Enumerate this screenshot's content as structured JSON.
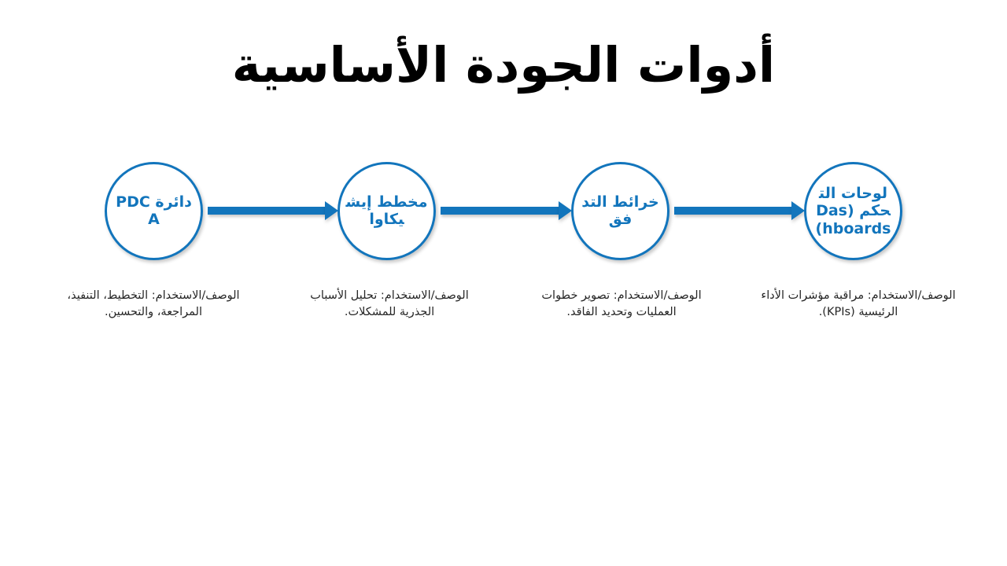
{
  "slide": {
    "title": "أدوات الجودة الأساسية",
    "accent_color": "#1275BC",
    "title_color": "#000000",
    "background_color": "#FFFFFF",
    "caption_color": "#262626"
  },
  "process": {
    "arrow_label": "arrow-right",
    "nodes": [
      {
        "label": "دائرة PDCA",
        "caption": "الوصف/الاستخدام: التخطيط، التنفيذ، المراجعة، والتحسين."
      },
      {
        "label": "مخطط إيشيكاوا",
        "caption": "الوصف/الاستخدام: تحليل الأسباب الجذرية للمشكلات."
      },
      {
        "label": "خرائط التدفق",
        "caption": "الوصف/الاستخدام: تصوير خطوات العمليات وتحديد الفاقد."
      },
      {
        "label": "لوحات التحكم (Dashboards)",
        "caption": "الوصف/الاستخدام: مراقبة مؤشرات الأداء الرئيسية (KPIs)."
      }
    ]
  }
}
